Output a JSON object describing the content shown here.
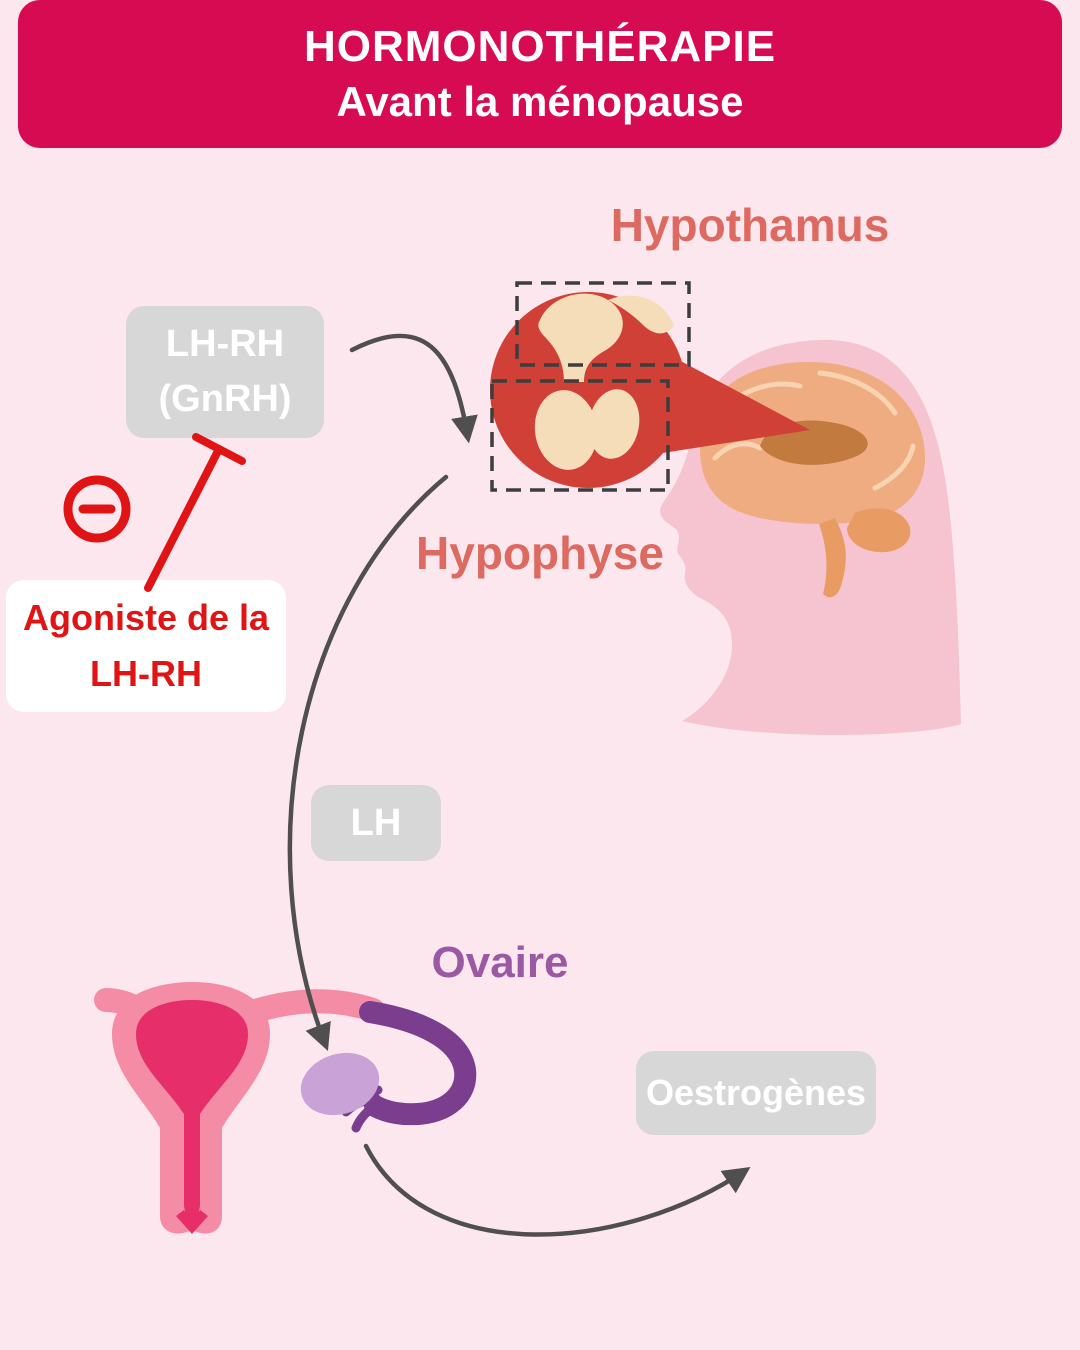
{
  "header": {
    "title": "HORMONOTHÉRAPIE",
    "subtitle": "Avant la ménopause"
  },
  "labels": {
    "hypothalamus": "Hypothamus",
    "hypophyse": "Hypophyse",
    "ovaire": "Ovaire"
  },
  "hormone_boxes": {
    "lhrh_line1": "LH-RH",
    "lhrh_line2": "(GnRH)",
    "lh": "LH",
    "oestrogenes": "Oestrogènes"
  },
  "treatment": {
    "agoniste_line1": "Agoniste de la",
    "agoniste_line2": "LH-RH"
  },
  "icons": {
    "inhibition": "minus-circle-icon"
  },
  "colors": {
    "header_bg": "#d60b52",
    "background": "#fce7ee",
    "salmon_label": "#dd6a60",
    "purple_label": "#9b59a4",
    "gray_box": "#d7d7d7",
    "inhibition_red": "#e01414",
    "arrow_gray": "#4f4f4f",
    "callout_red": "#d14036",
    "head_pink": "#f6c3d0",
    "brain_tan": "#efac80",
    "uterus_pink": "#f58ca5",
    "uterus_magenta": "#e62e6b",
    "tube_purple": "#7b3e8e",
    "ovary_lavender": "#c9a2d8"
  }
}
